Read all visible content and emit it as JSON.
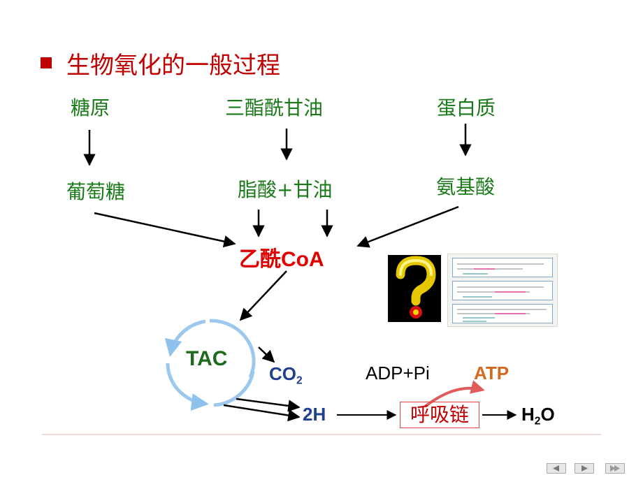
{
  "title": "生物氧化的一般过程",
  "sources": {
    "glycogen": "糖原",
    "triglyceride": "三酯酰甘油",
    "protein": "蛋白质"
  },
  "intermediates": {
    "glucose": "葡萄糖",
    "fatty_acid_glycerol": "脂酸+甘油",
    "amino_acid": "氨基酸"
  },
  "acetyl_coa": "乙酰CoA",
  "cycle_label": "TAC",
  "co2": {
    "base": "CO",
    "sub": "2"
  },
  "two_h": "2H",
  "adp_pi": "ADP+Pi",
  "atp": "ATP",
  "resp_chain": "呼吸链",
  "h2o": {
    "h": "H",
    "sub": "2",
    "o": "O"
  },
  "colors": {
    "title": "#c00000",
    "green_text": "#1a7a1a",
    "acetyl": "#e00000",
    "cycle": "#9cc8ee",
    "blue_text": "#1f3f8f",
    "atp": "#d2691e",
    "footer_line": "#f0c8c8"
  },
  "icons": {
    "question_mark": "question-mark-icon",
    "prev": "prev-slide-icon",
    "next": "next-slide-icon",
    "end": "end-slide-icon"
  }
}
